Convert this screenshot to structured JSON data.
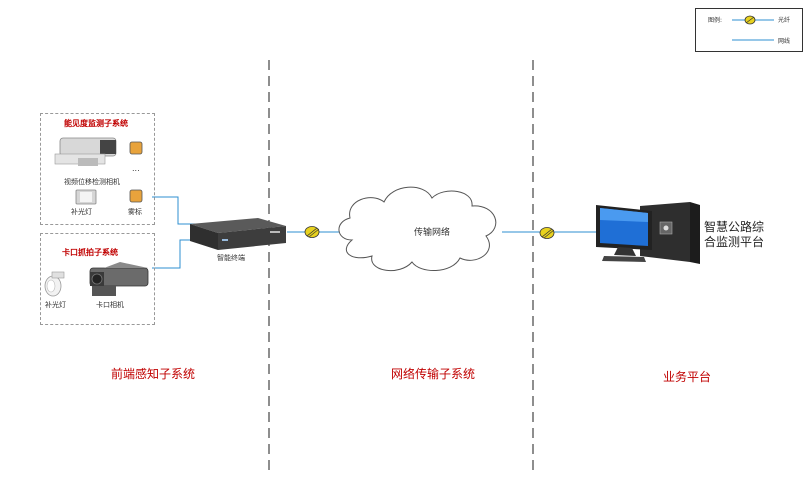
{
  "legend": {
    "title": "图例:",
    "items": [
      {
        "label": "光纤"
      },
      {
        "label": "网线"
      }
    ]
  },
  "front_end": {
    "section_label": "前端感知子系统",
    "weather_group": {
      "title": "能见度监测子系统",
      "camera_label": "视频位移检测相机",
      "light_label": "补光灯",
      "marker_label": "雾标",
      "ellipsis": "..."
    },
    "checkpoint_group": {
      "title": "卡口抓拍子系统",
      "light_label": "补光灯",
      "camera_label": "卡口相机"
    },
    "terminal_label": "智能终端"
  },
  "network": {
    "section_label": "网络传输子系统",
    "cloud_label": "传输网络"
  },
  "platform": {
    "section_label": "业务平台",
    "name_line1": "智慧公路综",
    "name_line2": "合监测平台"
  },
  "colors": {
    "section_red": "#c00000",
    "cable_blue": "#2e8fd0",
    "fiber_yellow": "#e8d21f"
  }
}
